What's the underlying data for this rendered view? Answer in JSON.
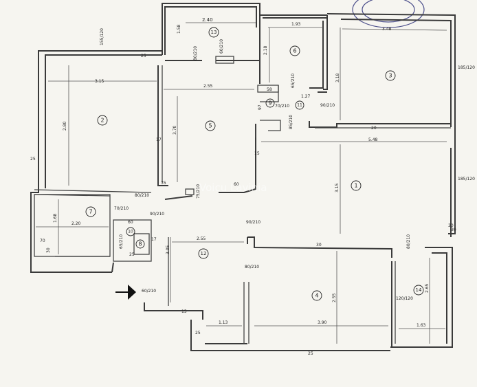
{
  "watermark": "Voicu Lavinia",
  "rooms": [
    {
      "number": "1"
    },
    {
      "number": "2"
    },
    {
      "number": "3"
    },
    {
      "number": "4"
    },
    {
      "number": "5"
    },
    {
      "number": "6"
    },
    {
      "number": "7"
    },
    {
      "number": "8"
    },
    {
      "number": "9"
    },
    {
      "number": "10"
    },
    {
      "number": "11"
    },
    {
      "number": "12"
    },
    {
      "number": "13"
    },
    {
      "number": "14"
    }
  ],
  "dimensions": [
    "2.40",
    "1.58",
    "1.93",
    "3.48",
    "3.15",
    "2.80",
    "2.55",
    "3.70",
    "2.18",
    "3.18",
    "5.48",
    "3.15",
    "1.68",
    "2.20",
    "2.55",
    "3.05",
    "2.55",
    "3.90",
    "1.13",
    "2.65",
    "1.63",
    "1.27",
    "25",
    "25",
    "20",
    "30",
    "30",
    "30",
    "25",
    "15",
    "25",
    "70",
    "30",
    "17",
    "15",
    "17"
  ],
  "openings": [
    "155/120",
    "185/120",
    "185/120",
    "120/120",
    "80/210",
    "60/210",
    "70/210",
    "65/210",
    "90/210",
    "85/210",
    "80/210",
    "75/210",
    "70/210",
    "90/210",
    "65/210",
    "90/210",
    "80/210",
    "80/210",
    "60/210"
  ],
  "misc": [
    "58",
    "97",
    "60",
    "60",
    "35",
    "25"
  ]
}
